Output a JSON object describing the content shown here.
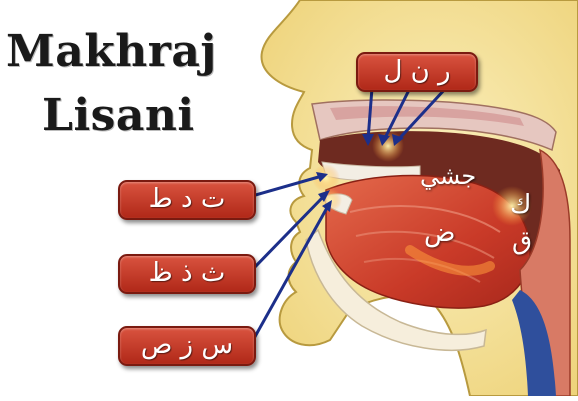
{
  "title": {
    "line1": "Makhraj",
    "line2": "Lisani"
  },
  "labels": {
    "tongue_tip_teeth": "ت د ط",
    "tongue_tip_edges": "ث ذ ظ",
    "tongue_tip_lower_teeth": "س ز ص",
    "tongue_ridge": "ر ن ل"
  },
  "mouth_letters": {
    "middle": "جشي",
    "side": "ض",
    "back_upper": "ك",
    "back_lower": "ق"
  },
  "colors": {
    "label_fill": "#c23a26",
    "arrow": "#1c2f8a",
    "skin": "#f6e7a6",
    "tongue": "#cf4a35",
    "oral_cavity": "#7a2e22"
  }
}
